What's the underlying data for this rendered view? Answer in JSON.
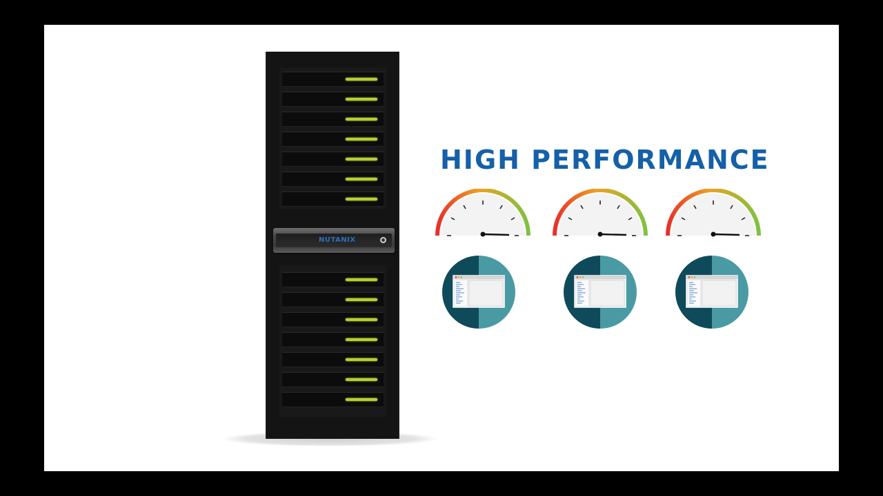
{
  "headline": "HIGH PERFORMANCE",
  "rack": {
    "brand_logo": "NUTANIX",
    "top_bays": 7,
    "bottom_bays": 7
  },
  "gauges": [
    {
      "icon": "speedometer-icon",
      "needle_level": "max"
    },
    {
      "icon": "speedometer-icon",
      "needle_level": "max"
    },
    {
      "icon": "speedometer-icon",
      "needle_level": "max"
    }
  ],
  "vms": [
    {
      "icon": "vm-window-icon"
    },
    {
      "icon": "vm-window-icon"
    },
    {
      "icon": "vm-window-icon"
    }
  ],
  "colors": {
    "background": "#ffffff",
    "letterbox": "#000000",
    "headline": "#1560a8",
    "led": "#b3d22d",
    "vm_dark": "#0f4a5a",
    "vm_light": "#4a9aa4"
  }
}
